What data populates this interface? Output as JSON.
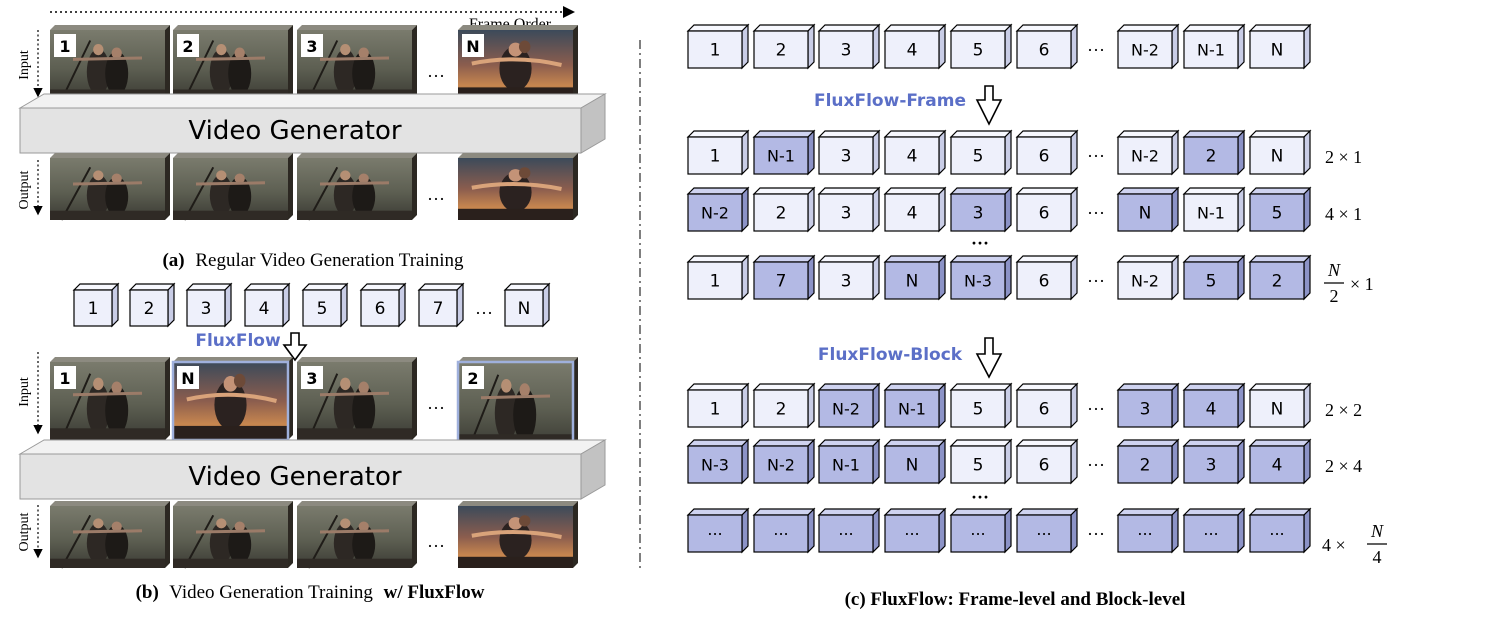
{
  "colors": {
    "box_light": "#eef0fb",
    "box_light_top": "#f7f8fe",
    "box_light_side": "#c9cde6",
    "box_dark": "#b3b9e4",
    "box_dark_top": "#cfd3f0",
    "box_dark_side": "#8c93c7",
    "accent": "#5b6fc7",
    "slab_front": "#e3e3e3",
    "slab_top": "#f2f2f2",
    "slab_side": "#c2c2c2",
    "frame_dark": "#3c342c",
    "frame_sky": "#6b6a5c"
  },
  "panel_a": {
    "frame_order_label": "Frame Order",
    "input_label": "Input",
    "output_label": "Output",
    "generator_label": "Video Generator",
    "input_frames": [
      {
        "badge": "1",
        "scene": "bow"
      },
      {
        "badge": "2",
        "scene": "bow"
      },
      {
        "badge": "3",
        "scene": "bow"
      },
      {
        "badge": "N",
        "scene": "sunset"
      }
    ],
    "output_frames": [
      {
        "scene": "bow"
      },
      {
        "scene": "bow"
      },
      {
        "scene": "bow"
      },
      {
        "scene": "sunset"
      }
    ],
    "ellipsis": "···",
    "caption_tag": "(a)",
    "caption_text": "Regular Video Generation Training"
  },
  "panel_b": {
    "top_row": [
      "1",
      "2",
      "3",
      "4",
      "5",
      "6",
      "7",
      "···",
      "N"
    ],
    "fluxflow_label": "FluxFlow",
    "input_label": "Input",
    "output_label": "Output",
    "generator_label": "Video Generator",
    "input_frames": [
      {
        "badge": "1",
        "scene": "bow",
        "highlight": false
      },
      {
        "badge": "N",
        "scene": "sunset",
        "highlight": true
      },
      {
        "badge": "3",
        "scene": "bow",
        "highlight": false
      },
      {
        "badge": "2",
        "scene": "bow",
        "highlight": true
      }
    ],
    "output_frames": [
      {
        "scene": "bow"
      },
      {
        "scene": "bow"
      },
      {
        "scene": "bow"
      },
      {
        "scene": "sunset"
      }
    ],
    "ellipsis": "···",
    "caption_tag": "(b)",
    "caption_text": "Video Generation Training",
    "caption_bold": "w/ FluxFlow"
  },
  "panel_c": {
    "sequence_row": [
      "1",
      "2",
      "3",
      "4",
      "5",
      "6",
      "N-2",
      "N-1",
      "N"
    ],
    "frame_label": "FluxFlow-Frame",
    "block_label": "FluxFlow-Block",
    "frame_rows": [
      {
        "boxes": [
          [
            "1",
            0
          ],
          [
            "N-1",
            1
          ],
          [
            "3",
            0
          ],
          [
            "4",
            0
          ],
          [
            "5",
            0
          ],
          [
            "6",
            0
          ],
          [
            "N-2",
            0
          ],
          [
            "2",
            1
          ],
          [
            "N",
            0
          ]
        ],
        "a": "2",
        "b": "1",
        "frac": false
      },
      {
        "boxes": [
          [
            "N-2",
            1
          ],
          [
            "2",
            0
          ],
          [
            "3",
            0
          ],
          [
            "4",
            0
          ],
          [
            "3",
            1
          ],
          [
            "6",
            0
          ],
          [
            "N",
            1
          ],
          [
            "N-1",
            0
          ],
          [
            "5",
            1
          ]
        ],
        "a": "4",
        "b": "1",
        "frac": false
      },
      {
        "boxes": [
          [
            "1",
            0
          ],
          [
            "7",
            1
          ],
          [
            "3",
            0
          ],
          [
            "N",
            1
          ],
          [
            "N-3",
            1
          ],
          [
            "6",
            0
          ],
          [
            "N-2",
            0
          ],
          [
            "5",
            1
          ],
          [
            "2",
            1
          ]
        ],
        "fnum": "N",
        "fden": "2",
        "b": "1",
        "frac": "left"
      }
    ],
    "block_rows": [
      {
        "boxes": [
          [
            "1",
            0
          ],
          [
            "2",
            0
          ],
          [
            "N-2",
            1
          ],
          [
            "N-1",
            1
          ],
          [
            "5",
            0
          ],
          [
            "6",
            0
          ],
          [
            "3",
            1
          ],
          [
            "4",
            1
          ],
          [
            "N",
            0
          ]
        ],
        "a": "2",
        "b": "2",
        "frac": false
      },
      {
        "boxes": [
          [
            "N-3",
            1
          ],
          [
            "N-2",
            1
          ],
          [
            "N-1",
            1
          ],
          [
            "N",
            1
          ],
          [
            "5",
            0
          ],
          [
            "6",
            0
          ],
          [
            "2",
            1
          ],
          [
            "3",
            1
          ],
          [
            "4",
            1
          ]
        ],
        "a": "2",
        "b": "4",
        "frac": false
      },
      {
        "boxes": [
          [
            "···",
            1
          ],
          [
            "···",
            1
          ],
          [
            "···",
            1
          ],
          [
            "···",
            1
          ],
          [
            "···",
            1
          ],
          [
            "···",
            1
          ],
          [
            "···",
            1
          ],
          [
            "···",
            1
          ],
          [
            "···",
            1
          ]
        ],
        "a": "4",
        "fnum": "N",
        "fden": "4",
        "frac": "right"
      }
    ],
    "times": "×",
    "row_ellipsis": "···",
    "vertical_ellipsis": "···",
    "caption": "(c) FluxFlow: Frame-level and Block-level"
  }
}
